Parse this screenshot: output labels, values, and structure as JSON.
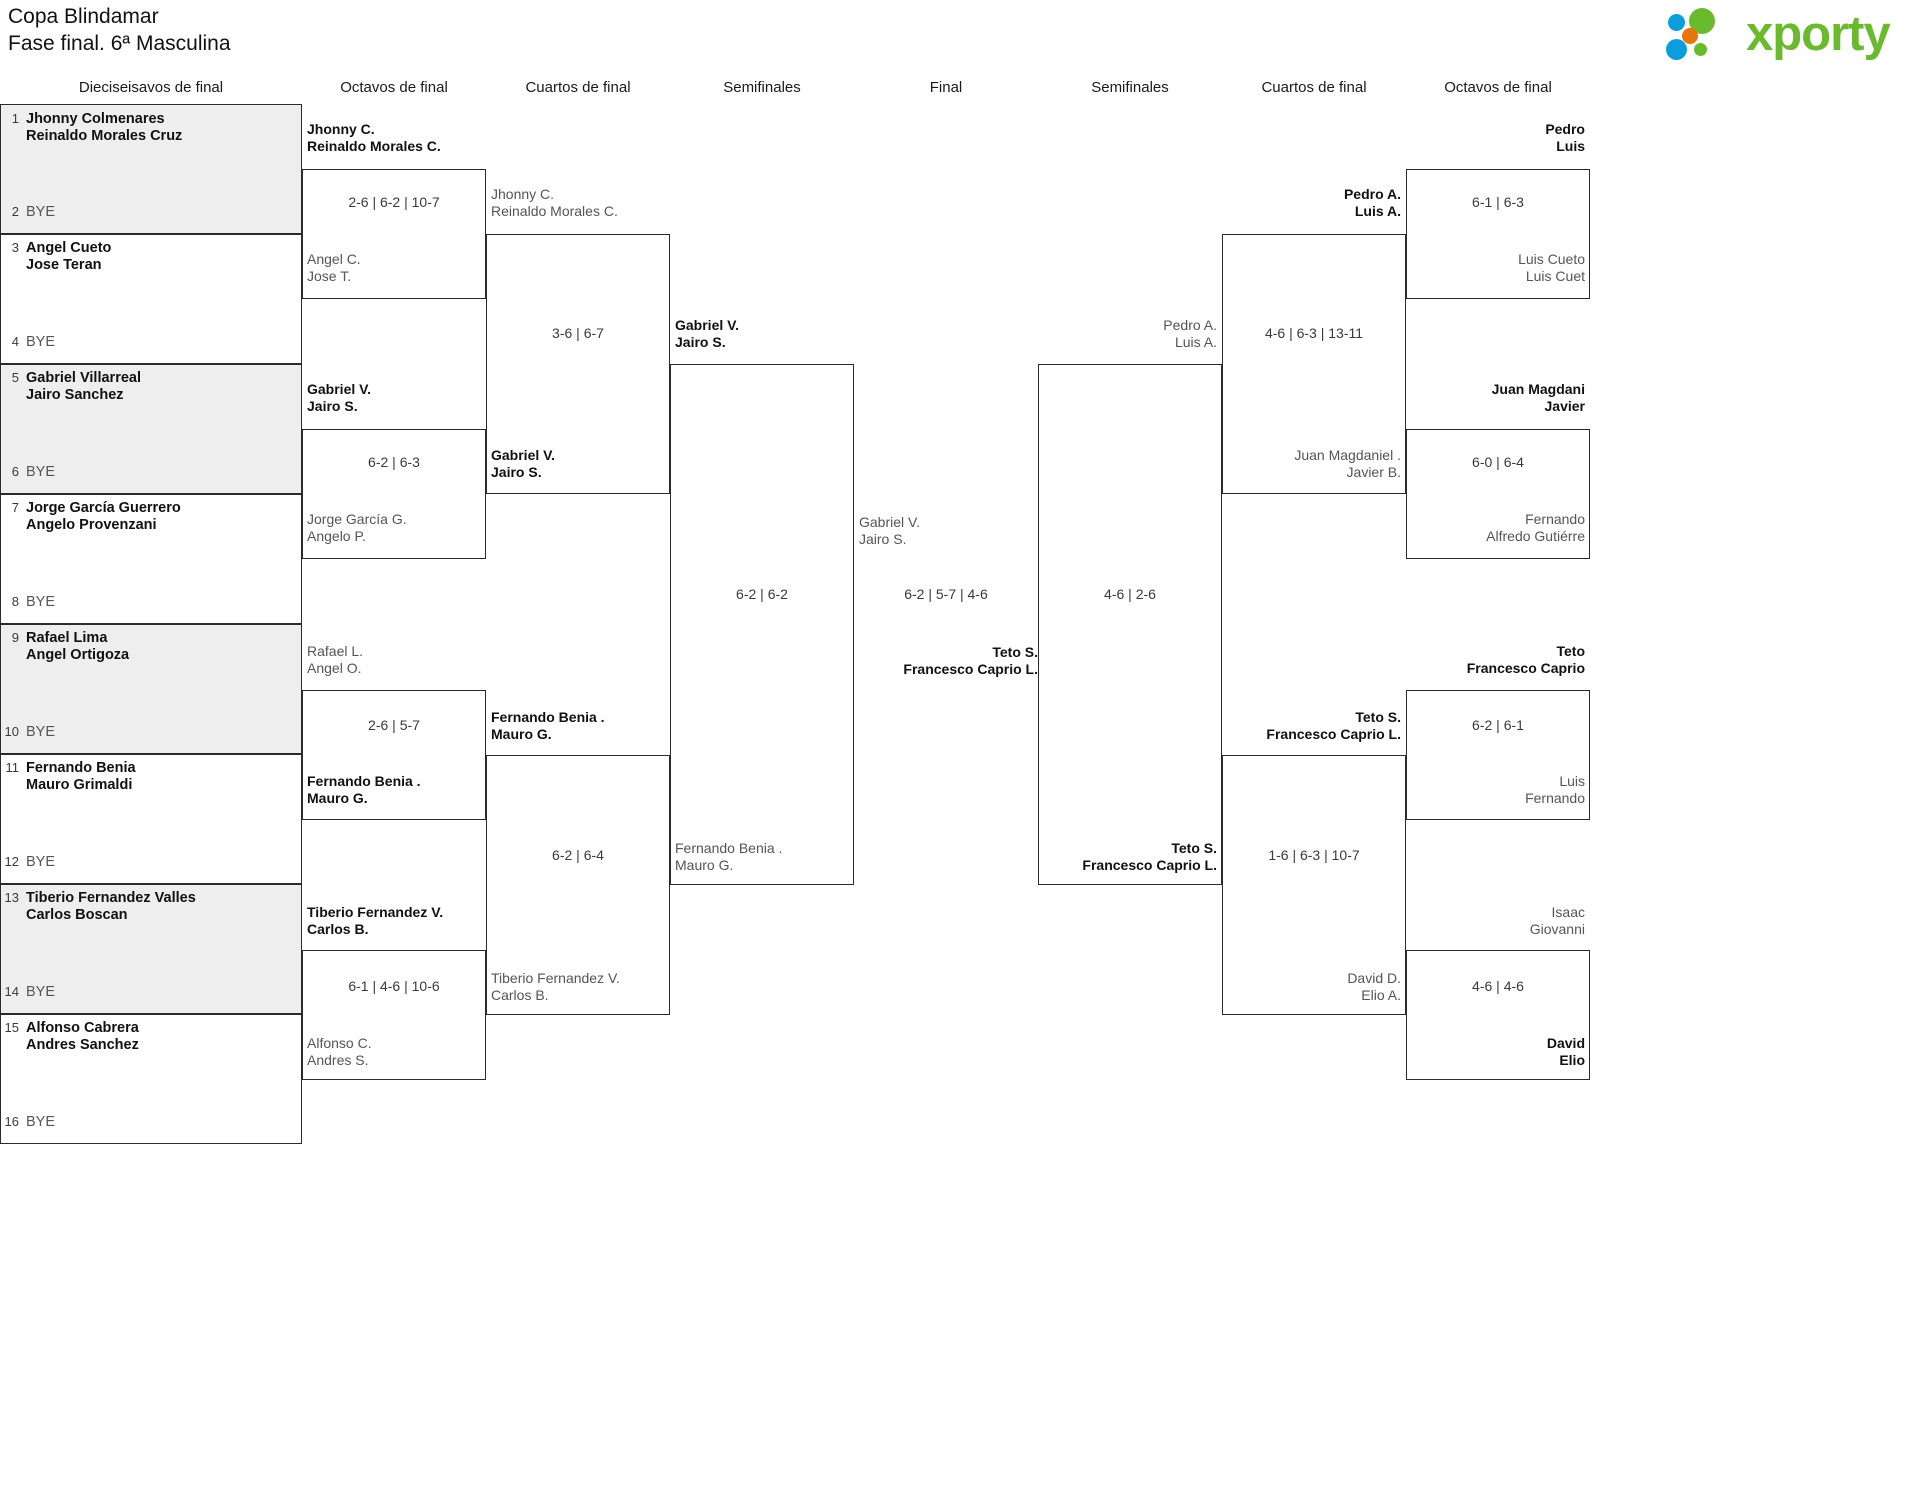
{
  "header": {
    "title_line1": "Copa Blindamar",
    "title_line2": "Fase final. 6ª Masculina",
    "logo_word": "xporty",
    "logo_colors": {
      "green": "#6aba2e",
      "blue": "#0d9ddb",
      "orange": "#e8760d"
    }
  },
  "round_headers": {
    "left": [
      "Dieciseisavos de final",
      "Octavos de final",
      "Cuartos de final",
      "Semifinales"
    ],
    "center": "Final",
    "right": [
      "Semifinales",
      "Cuartos de final",
      "Octavos de final"
    ]
  },
  "left": {
    "r32": [
      {
        "seed": "1",
        "line1": "Jhonny Colmenares",
        "line2": "Reinaldo Morales Cruz",
        "bye_seed": "2",
        "bye": "BYE",
        "shaded": true
      },
      {
        "seed": "3",
        "line1": "Angel Cueto",
        "line2": "Jose Teran",
        "bye_seed": "4",
        "bye": "BYE",
        "shaded": false
      },
      {
        "seed": "5",
        "line1": "Gabriel Villarreal",
        "line2": "Jairo Sanchez",
        "bye_seed": "6",
        "bye": "BYE",
        "shaded": true
      },
      {
        "seed": "7",
        "line1": "Jorge García Guerrero",
        "line2": "Angelo Provenzani",
        "bye_seed": "8",
        "bye": "BYE",
        "shaded": false
      },
      {
        "seed": "9",
        "line1": "Rafael Lima",
        "line2": "Angel Ortigoza",
        "bye_seed": "10",
        "bye": "BYE",
        "shaded": true
      },
      {
        "seed": "11",
        "line1": "Fernando Benia",
        "line2": "Mauro Grimaldi",
        "bye_seed": "12",
        "bye": "BYE",
        "shaded": false
      },
      {
        "seed": "13",
        "line1": "Tiberio Fernandez Valles",
        "line2": "Carlos Boscan",
        "bye_seed": "14",
        "bye": "BYE",
        "shaded": true
      },
      {
        "seed": "15",
        "line1": "Alfonso Cabrera",
        "line2": "Andres Sanchez",
        "bye_seed": "16",
        "bye": "BYE",
        "shaded": false
      }
    ],
    "r16": [
      {
        "top1": "Jhonny C.",
        "top2": "Reinaldo Morales C.",
        "top_win": true,
        "bot1": "Angel C.",
        "bot2": "Jose T.",
        "bot_win": false,
        "score": "2-6 | 6-2 | 10-7"
      },
      {
        "top1": "Gabriel V.",
        "top2": "Jairo S.",
        "top_win": true,
        "bot1": "Jorge García G.",
        "bot2": "Angelo P.",
        "bot_win": false,
        "score": "6-2 | 6-3"
      },
      {
        "top1": "Rafael L.",
        "top2": "Angel O.",
        "top_win": false,
        "bot1": "Fernando Benia .",
        "bot2": "Mauro G.",
        "bot_win": true,
        "score": "2-6 | 5-7"
      },
      {
        "top1": "Tiberio Fernandez V.",
        "top2": "Carlos B.",
        "top_win": true,
        "bot1": "Alfonso C.",
        "bot2": "Andres S.",
        "bot_win": false,
        "score": "6-1 | 4-6 | 10-6"
      }
    ],
    "qf": [
      {
        "top1": "Jhonny C.",
        "top2": "Reinaldo Morales C.",
        "top_win": false,
        "bot1": "Gabriel V.",
        "bot2": "Jairo S.",
        "bot_win": true,
        "score": "3-6 | 6-7"
      },
      {
        "top1": "Fernando Benia .",
        "top2": "Mauro G.",
        "top_win": true,
        "bot1": "Tiberio Fernandez V.",
        "bot2": "Carlos B.",
        "bot_win": false,
        "score": "6-2 | 6-4"
      }
    ],
    "sf": [
      {
        "top1": "Gabriel V.",
        "top2": "Jairo S.",
        "top_win": true,
        "bot1": "Fernando Benia .",
        "bot2": "Mauro G.",
        "bot_win": false,
        "score": "6-2 | 6-2"
      }
    ]
  },
  "final": {
    "top1": "Gabriel V.",
    "top2": "Jairo S.",
    "top_win": false,
    "bot1": "Teto S.",
    "bot2": "Francesco Caprio L.",
    "bot_win": true,
    "score": "6-2 | 5-7 | 4-6"
  },
  "right": {
    "sf": [
      {
        "top1": "Pedro A.",
        "top2": "Luis A.",
        "top_win": false,
        "bot1": "Teto S.",
        "bot2": "Francesco Caprio L.",
        "bot_win": true,
        "score": "4-6 | 2-6"
      }
    ],
    "qf": [
      {
        "top1": "Pedro A.",
        "top2": "Luis A.",
        "top_win": true,
        "bot1": "Juan Magdaniel .",
        "bot2": "Javier B.",
        "bot_win": false,
        "score": "4-6 | 6-3 | 13-11"
      },
      {
        "top1": "Teto S.",
        "top2": "Francesco Caprio L.",
        "top_win": true,
        "bot1": "David D.",
        "bot2": "Elio A.",
        "bot_win": false,
        "score": "1-6 | 6-3 | 10-7"
      }
    ],
    "r16": [
      {
        "top1": "Pedro",
        "top2": "Luis",
        "top_win": true,
        "bot1": "Luis Cueto",
        "bot2": "Luis Cuet",
        "bot_win": false,
        "score": "6-1 | 6-3"
      },
      {
        "top1": "Juan Magdani",
        "top2": "Javier",
        "top_win": true,
        "bot1": "Fernando",
        "bot2": "Alfredo Gutiérre",
        "bot_win": false,
        "score": "6-0 | 6-4"
      },
      {
        "top1": "Teto",
        "top2": "Francesco Caprio",
        "top_win": true,
        "bot1": "Luis",
        "bot2": "Fernando",
        "bot_win": false,
        "score": "6-2 | 6-1"
      },
      {
        "top1": "Isaac",
        "top2": "Giovanni",
        "top_win": false,
        "bot1": "David",
        "bot2": "Elio",
        "bot_win": true,
        "score": "4-6 | 4-6"
      }
    ]
  }
}
